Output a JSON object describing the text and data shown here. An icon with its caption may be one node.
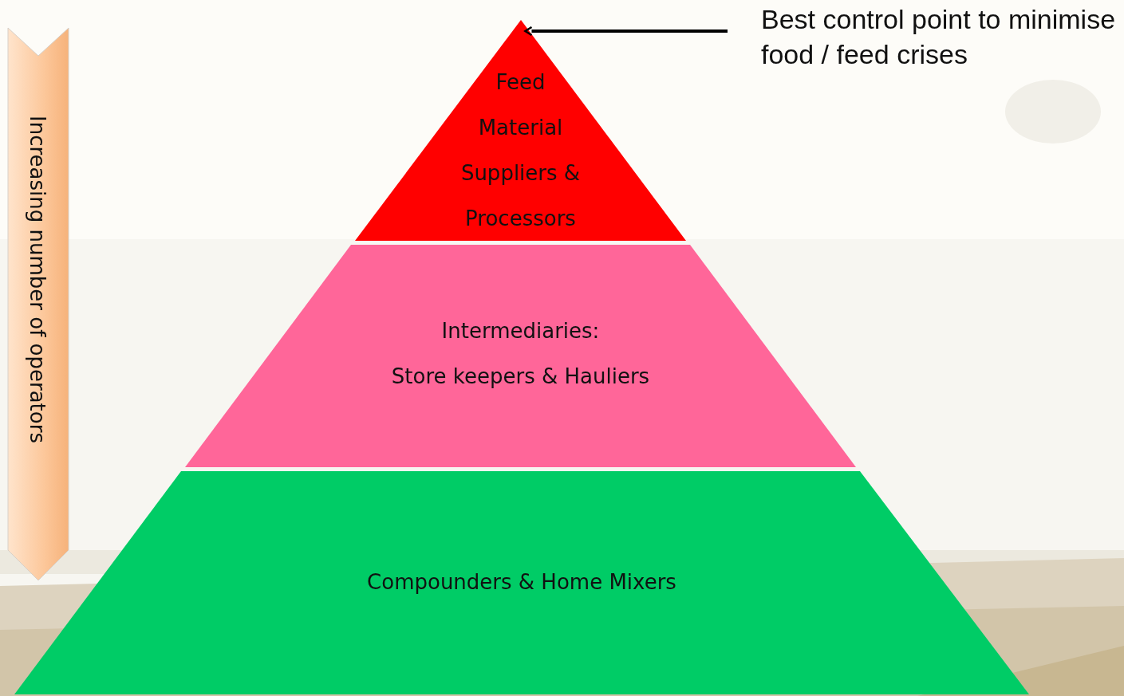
{
  "diagram": {
    "nodes": [
      {
        "text": [
          "Increasing number of operators"
        ]
      },
      {
        "text": [
          "Feed Material Suppliers & Processors"
        ]
      },
      {
        "text": [
          "Intermediaries:",
          "Store keepers & Hauliers"
        ]
      },
      {
        "text": [
          "Compounders & Home Mixers"
        ]
      },
      {
        "text": [
          "Best control point to minimise food / feed crises"
        ]
      }
    ],
    "edges": [
      {
        "from": 4,
        "to": 1,
        "arrow": "to"
      }
    ]
  }
}
